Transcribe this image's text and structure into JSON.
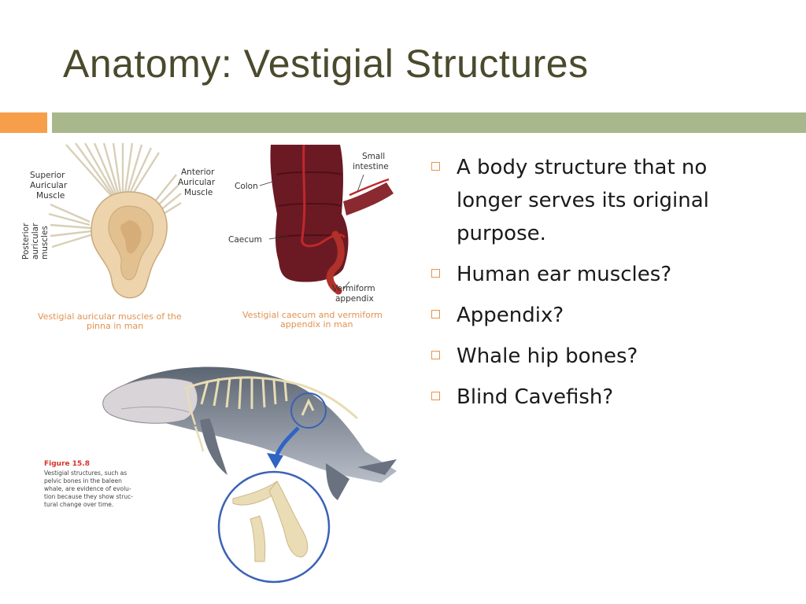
{
  "slide": {
    "title": "Anatomy: Vestigial Structures",
    "accent_orange": "#f79e4a",
    "accent_green": "#a8b88c",
    "title_color": "#4b4a2d"
  },
  "bullets": [
    "A body structure that no longer serves its original purpose.",
    "Human ear muscles?",
    "Appendix?",
    "Whale hip bones?",
    "Blind Cavefish?"
  ],
  "figure_ear": {
    "labels": {
      "superior": [
        "Superior",
        "Auricular",
        "Muscle"
      ],
      "anterior": [
        "Anterior",
        "Auricular",
        "Muscle"
      ],
      "posterior": [
        "Posterior",
        "auricular",
        "muscles"
      ]
    },
    "caption": [
      "Vestigial auricular muscles of the",
      "pinna in man"
    ]
  },
  "figure_caecum": {
    "labels": {
      "small_intestine": [
        "Small",
        "intestine"
      ],
      "colon": "Colon",
      "caecum": "Caecum",
      "appendix": [
        "Vermiform",
        "appendix"
      ]
    },
    "caption": [
      "Vestigial caecum and vermiform",
      "appendix in man"
    ]
  },
  "figure_whale": {
    "figure_label": "Figure 15.8",
    "caption": [
      "Vestigial structures, such as",
      "pelvic bones in the baleen",
      "whale, are evidence of evolu-",
      "tion because they show struc-",
      "tural change over time."
    ]
  }
}
